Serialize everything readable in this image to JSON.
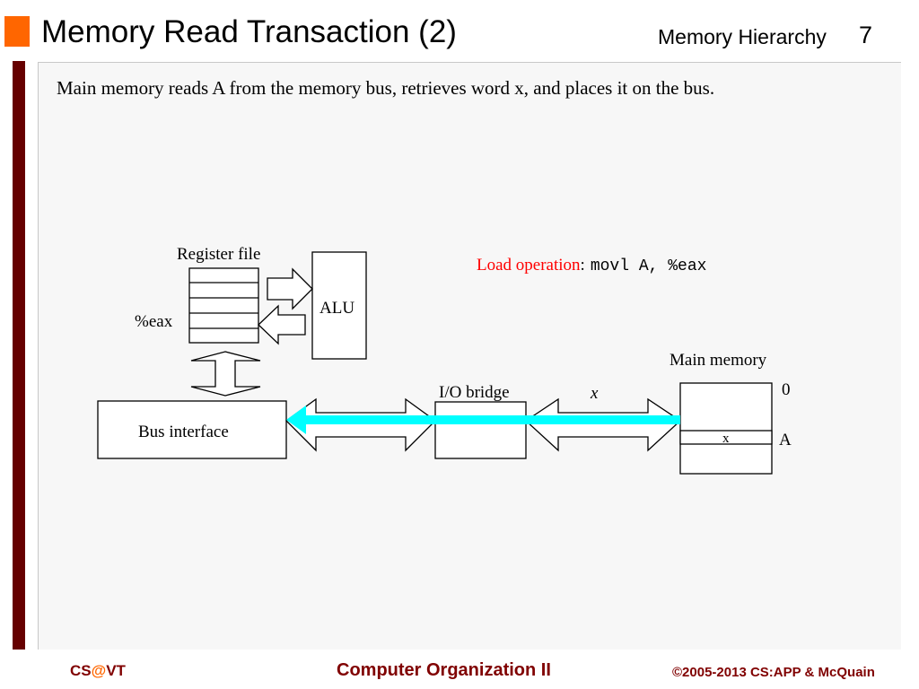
{
  "header": {
    "title": "Memory Read Transaction (2)",
    "section": "Memory Hierarchy",
    "page_number": "7"
  },
  "content": {
    "description": "Main memory reads A from the memory bus, retrieves word x, and places it on the bus."
  },
  "diagram": {
    "register_file_label": "Register file",
    "eax_label": "%eax",
    "alu_label": "ALU",
    "load_operation_label": "Load operation",
    "load_operation_colon": ":",
    "load_operation_code": "movl A, %eax",
    "bus_interface_label": "Bus interface",
    "io_bridge_label": "I/O bridge",
    "bus_value_label": "x",
    "main_memory_label": "Main memory",
    "address_zero_label": "0",
    "memory_word_label": "x",
    "address_a_label": "A",
    "colors": {
      "highlight_arrow": "#00ffff",
      "load_operation": "#ff0000"
    }
  },
  "footer": {
    "left_prefix": "CS",
    "left_at": "@",
    "left_suffix": "VT",
    "center": "Computer Organization II",
    "right": "©2005-2013 CS:APP & McQuain"
  }
}
